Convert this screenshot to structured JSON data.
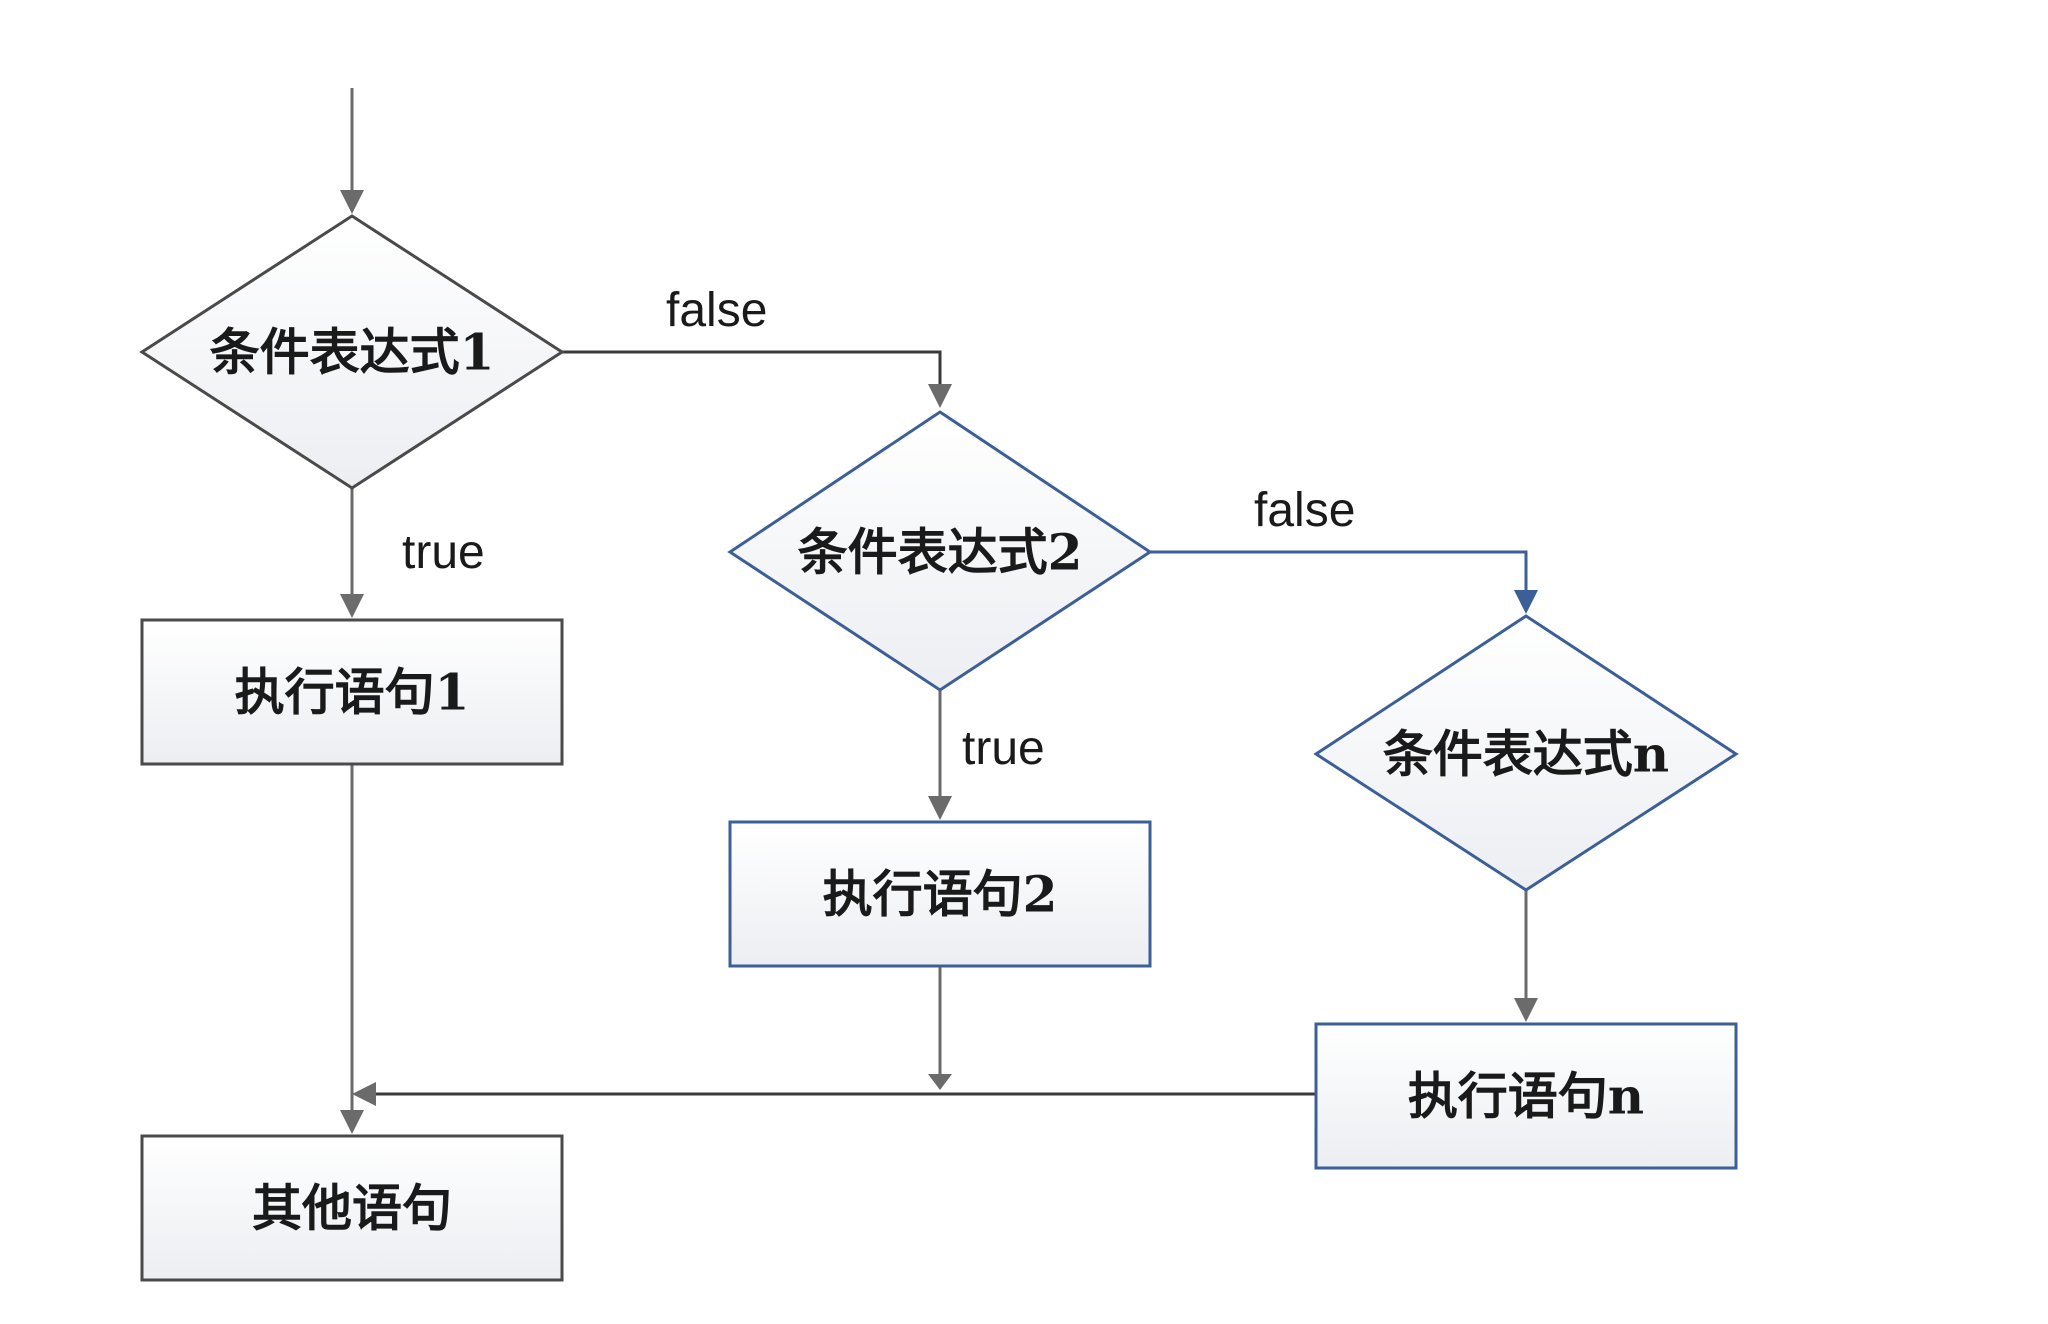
{
  "flowchart": {
    "conditions": {
      "c1": "条件表达式1",
      "c2": "条件表达式2",
      "cn": "条件表达式n"
    },
    "statements": {
      "s1": "执行语句1",
      "s2": "执行语句2",
      "sn": "执行语句n",
      "other": "其他语句"
    },
    "edge_labels": {
      "false_1": "false",
      "false_2": "false",
      "true_1": "true",
      "true_2": "true"
    },
    "colors": {
      "gray_stroke": "#4a4a4a",
      "blue_stroke": "#3b5f96",
      "connector": "#6b6b6b"
    }
  }
}
